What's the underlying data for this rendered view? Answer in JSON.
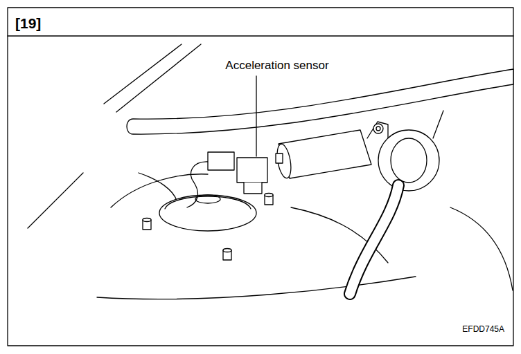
{
  "diagram": {
    "title": "[19]",
    "labels": [
      "Acceleration sensor",
      "EFDD745A"
    ]
  }
}
